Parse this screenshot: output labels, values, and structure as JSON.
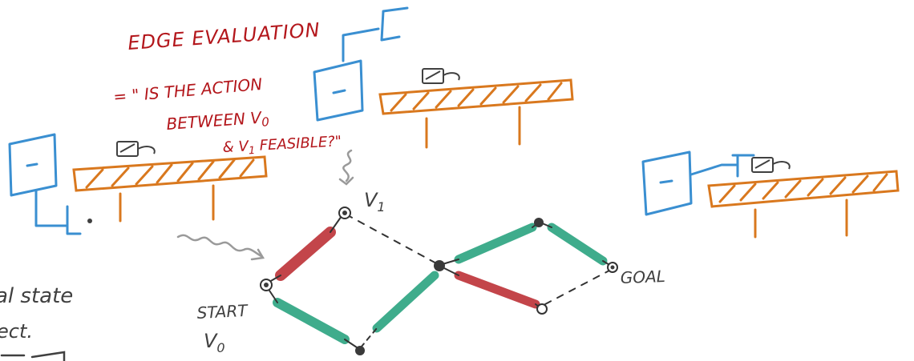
{
  "colors": {
    "red_ink": "#b3161b",
    "dark_ink": "#404040",
    "blue_ink": "#3a8fd1",
    "orange_ink": "#d9781e",
    "green_edge": "#2aa37f",
    "red_edge": "#b8242a",
    "gray_arrow": "#9a9a9a",
    "node_fill": "#3a3a3a"
  },
  "annotations": {
    "title": "EDGE EVALUATION",
    "line1": "= \" IS THE ACTION",
    "line2": "BETWEEN V",
    "line2_sub": "0",
    "line3": "& V",
    "line3_sub": "1",
    "line3_end": " FEASIBLE?\""
  },
  "graph_labels": {
    "v1": "V",
    "v1_sub": "1",
    "start": "START",
    "v0": "V",
    "v0_sub": "0",
    "goal": "GOAL"
  },
  "left_margin_text": {
    "line1": "al state",
    "line2": "ect."
  },
  "icons": [
    "robot-arm-icon",
    "table-icon",
    "object-icon"
  ]
}
